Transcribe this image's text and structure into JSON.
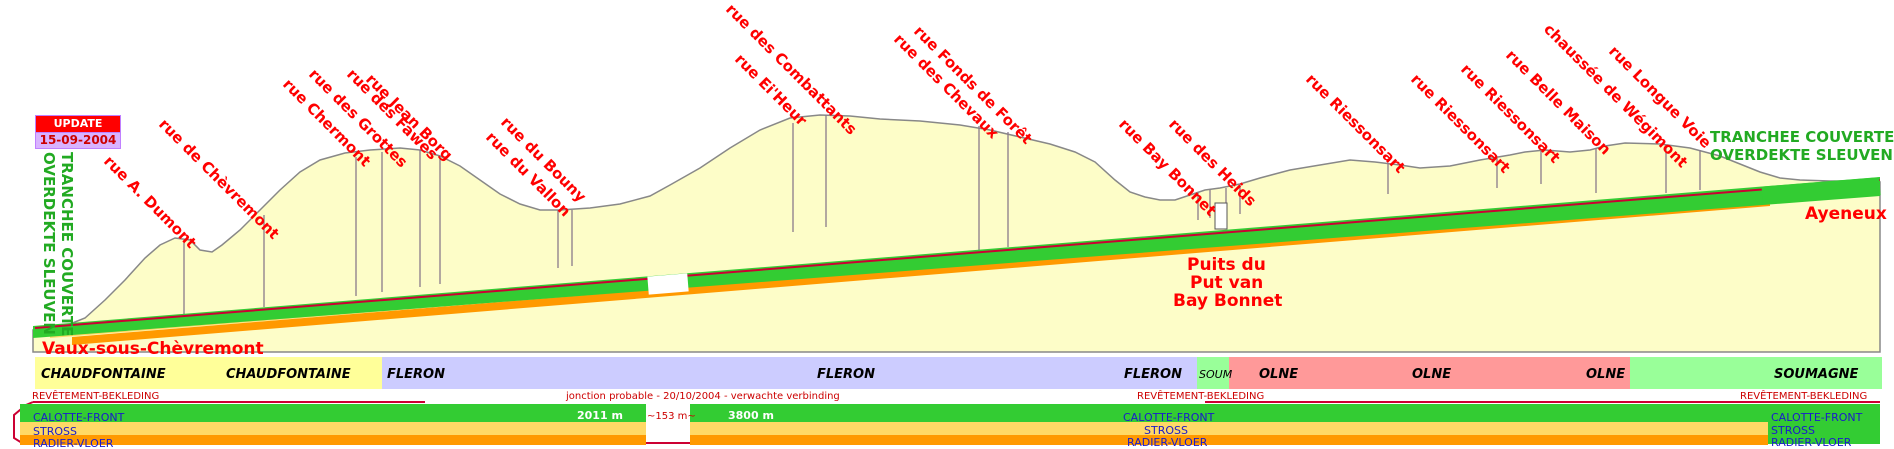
{
  "update": {
    "label": "UPDATE",
    "date": "15-09-2004"
  },
  "tunnel_labels": {
    "left_fr": "TRANCHEE COUVERTE",
    "left_nl": "OVERDEKTE SLEUVEN",
    "right_fr": "TRANCHEE COUVERTE",
    "right_nl": "OVERDEKTE SLEUVEN"
  },
  "places": {
    "start": "Vaux-sous-Chèvremont",
    "end": "Ayeneux",
    "shaft_1": "Puits du",
    "shaft_2": "Put van",
    "shaft_3": "Bay Bonnet"
  },
  "streets": [
    "rue A. Dumont",
    "rue de Chèvremont",
    "rue Chermont",
    "rue des Grottes",
    "rue des Fawes",
    "rue Jean Borg",
    "rue du Bouny",
    "rue du Vallon",
    "rue Ei'Heur",
    "rue des Combattants",
    "rue des Chevaux",
    "rue Fonds de Forêt",
    "rue Bay Bonnet",
    "rue des Heids",
    "rue Riessonsart",
    "rue Riessonsart",
    "rue Riessonsart",
    "rue Belle Maison",
    "chaussée de Wégimont",
    "rue Longue Voie"
  ],
  "municipalities": [
    "CHAUDFONTAINE",
    "CHAUDFONTAINE",
    "FLERON",
    "FLERON",
    "FLERON",
    "SOUM",
    "OLNE",
    "OLNE",
    "OLNE",
    "SOUMAGNE"
  ],
  "progress": {
    "lining_left": "REVÊTEMENT-BEKLEDING",
    "lining_mid": "REVÊTEMENT-BEKLEDING",
    "lining_right": "REVÊTEMENT-BEKLEDING",
    "junction_note": "jonction probable - 20/10/2004 - verwachte verbinding",
    "calotte_left": "CALOTTE-FRONT",
    "calotte_mid": "CALOTTE-FRONT",
    "calotte_right": "CALOTTE-FRONT",
    "stross_left": "STROSS",
    "stross_mid": "STROSS",
    "stross_right": "STROSS",
    "radier_left": "RADIER-VLOER",
    "radier_mid": "RADIER-VLOER",
    "radier_right": "RADIER-VLOER",
    "dist_left": "2011 m",
    "dist_gap": "~153 m~",
    "dist_right": "3800 m"
  },
  "colors": {
    "terrain_fill": "#fdfdc8",
    "calotte": "#33cc33",
    "stross": "#ffd966",
    "radier": "#ff9900",
    "lining": "#cc0033",
    "chaudfontaine": "#ffff99",
    "fleron": "#ccccff",
    "soumagne": "#99ff99",
    "olne": "#ff9999"
  }
}
